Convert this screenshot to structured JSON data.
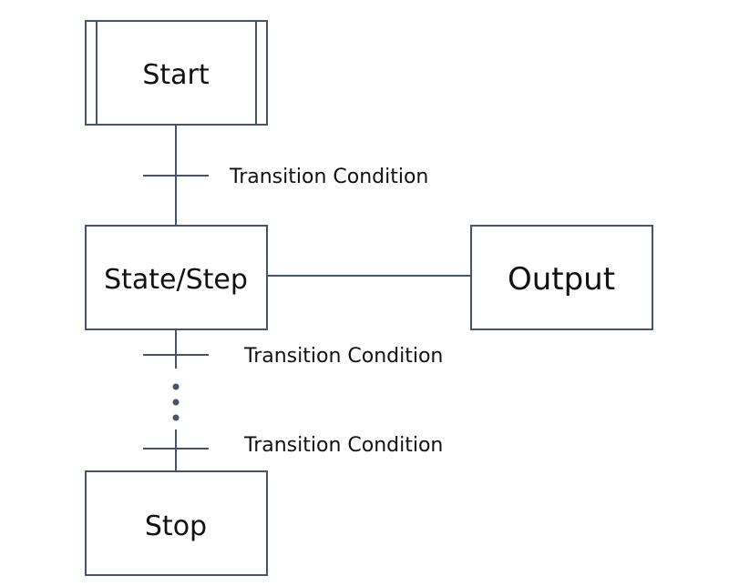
{
  "steps": {
    "start": "Start",
    "state": "State/Step",
    "output": "Output",
    "stop": "Stop"
  },
  "transitions": [
    "Transition Condition",
    "Transition Condition",
    "Transition Condition"
  ],
  "colors": {
    "stroke": "#44546a",
    "background": "#ffffff",
    "text": "#111111"
  }
}
